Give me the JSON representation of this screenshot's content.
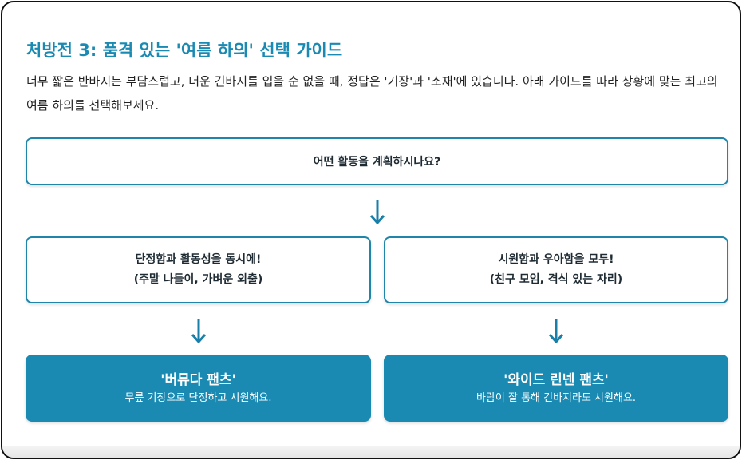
{
  "guide": {
    "title": "처방전 3: 품격 있는 '여름 하의' 선택 가이드",
    "intro": "너무 짧은 반바지는 부담스럽고, 더운 긴바지를 입을 순 없을 때, 정답은 '기장'과 '소재'에 있습니다. 아래 가이드를 따라 상황에 맞는 최고의 여름 하의를 선택해보세요."
  },
  "flow": {
    "question": "어떤 활동을 계획하시나요?",
    "left": {
      "line1": "단정함과 활동성을 동시에!",
      "line2": "(주말 나들이, 가벼운 외출)",
      "result_name": "'버뮤다 팬츠'",
      "result_desc": "무릎 기장으로 단정하고 시원해요."
    },
    "right": {
      "line1": "시원함과 우아함을 모두!",
      "line2": "(친구 모임, 격식 있는 자리)",
      "result_name": "'와이드 린넨 팬츠'",
      "result_desc": "바람이 잘 통해 긴바지라도 시원해요."
    }
  },
  "colors": {
    "accent": "#1a8ab3",
    "border": "#1f86aa",
    "text": "#1f2b33"
  }
}
